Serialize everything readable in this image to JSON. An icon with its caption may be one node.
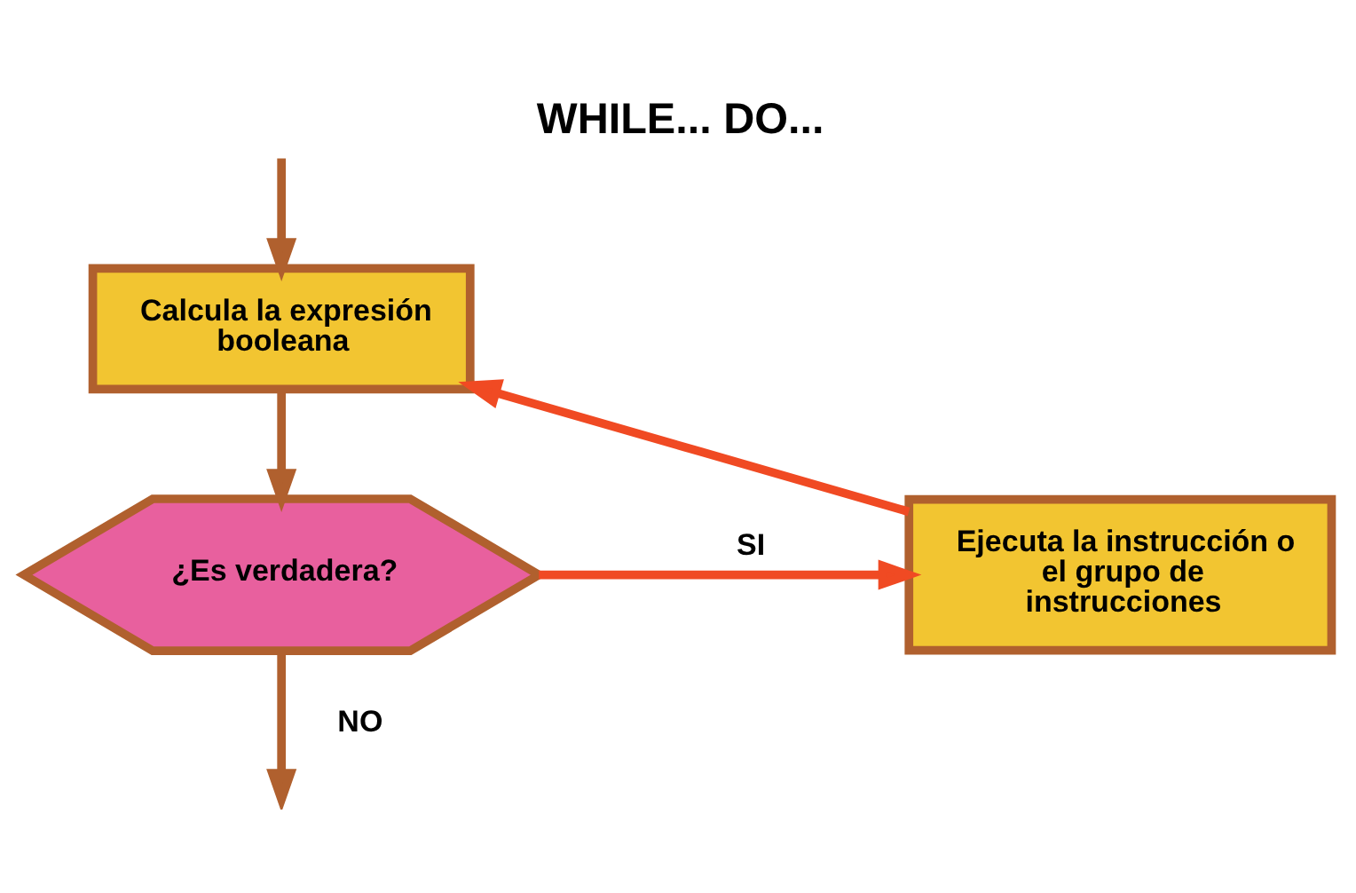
{
  "diagram": {
    "title": "WHILE... DO...",
    "nodes": [
      {
        "text": [
          "Calcula la expresión booleana"
        ]
      },
      {
        "text": [
          "¿Es verdadera?"
        ]
      },
      {
        "text": [
          "Ejecuta la instrucción o el grupo de instrucciones"
        ]
      }
    ],
    "edges": [
      {
        "from": null,
        "to": 0,
        "arrow": "to"
      },
      {
        "from": 0,
        "to": 1,
        "arrow": "to"
      },
      {
        "from": 1,
        "to": 2,
        "arrow": "to",
        "label": "SI",
        "color": "#f04a23"
      },
      {
        "from": 2,
        "to": 0,
        "arrow": "to",
        "color": "#f04a23"
      },
      {
        "from": 1,
        "to": null,
        "arrow": "to",
        "label": "NO"
      }
    ]
  }
}
